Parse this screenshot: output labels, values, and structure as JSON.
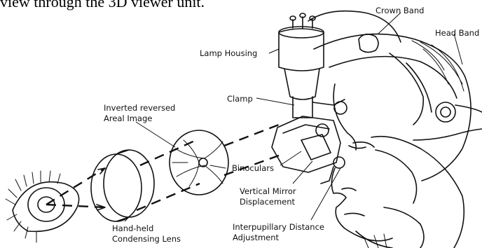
{
  "caption_partial": "view through the 3D viewer unit.",
  "labels": {
    "crown_band": "Crown Band",
    "head_band": "Head Band",
    "lamp_housing": "Lamp Housing",
    "clamp": "Clamp",
    "inverted_line1": "Inverted reversed",
    "inverted_line2": "Areal Image",
    "binoculars": "Binoculars",
    "vertical_mirror_line1": "Vertical Mirror",
    "vertical_mirror_line2": "Displacement",
    "interpupillary_line1": "Interpupillary Distance",
    "interpupillary_line2": "Adjustment",
    "handheld_line1": "Hand-held",
    "handheld_line2": "Condensing Lens"
  }
}
